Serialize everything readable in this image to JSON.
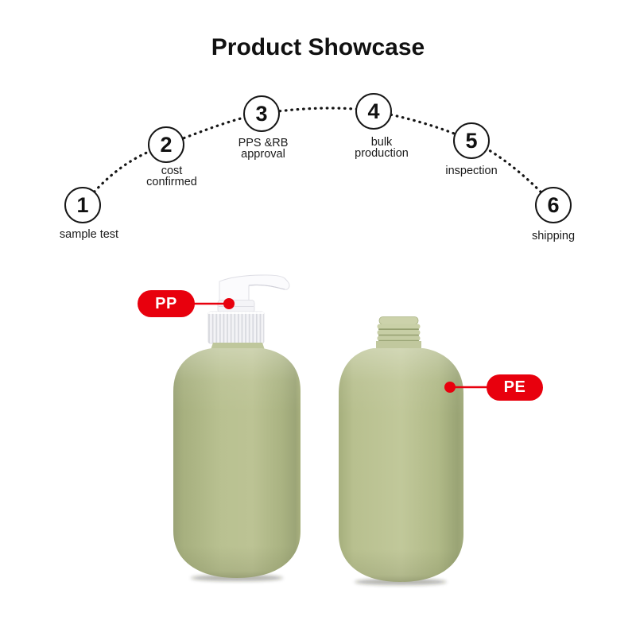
{
  "title": "Product Showcase",
  "flow": {
    "steps": [
      {
        "num": "1",
        "lines": [
          "sample test"
        ]
      },
      {
        "num": "2",
        "lines": [
          "cost",
          "confirmed"
        ]
      },
      {
        "num": "3",
        "lines": [
          "PPS &RB",
          "approval"
        ]
      },
      {
        "num": "4",
        "lines": [
          "bulk",
          "production"
        ]
      },
      {
        "num": "5",
        "lines": [
          "inspection"
        ]
      },
      {
        "num": "6",
        "lines": [
          "shipping"
        ]
      }
    ]
  },
  "annotations": {
    "pump_material": "PP",
    "bottle_material": "PE"
  },
  "colors": {
    "badge_red": "#e8000d",
    "bottle_green": "#b7bf92",
    "flow_black": "#161616"
  }
}
